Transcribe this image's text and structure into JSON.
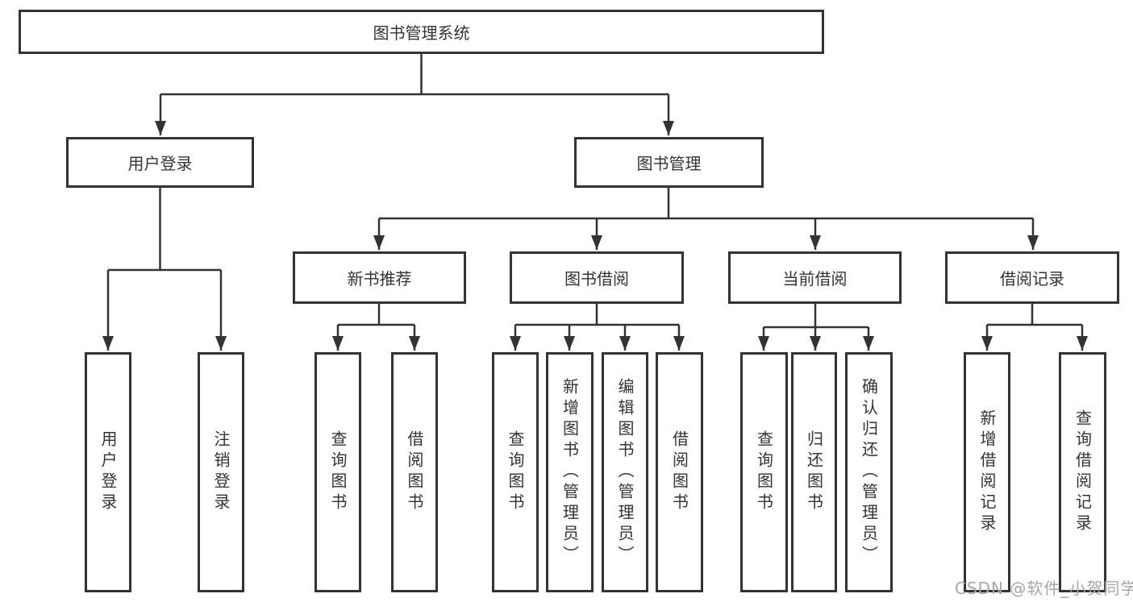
{
  "tree": {
    "root": {
      "label": "图书管理系统",
      "children": [
        {
          "label": "用户登录",
          "children": [
            {
              "label": "用户登录"
            },
            {
              "label": "注销登录"
            }
          ]
        },
        {
          "label": "图书管理",
          "children": [
            {
              "label": "新书推荐",
              "children": [
                {
                  "label": "查询图书"
                },
                {
                  "label": "借阅图书"
                }
              ]
            },
            {
              "label": "图书借阅",
              "children": [
                {
                  "label": "查询图书"
                },
                {
                  "label": "新增图书（管理员）"
                },
                {
                  "label": "编辑图书（管理员）"
                },
                {
                  "label": "借阅图书"
                }
              ]
            },
            {
              "label": "当前借阅",
              "children": [
                {
                  "label": "查询图书"
                },
                {
                  "label": "归还图书"
                },
                {
                  "label": "确认归还（管理员）"
                }
              ]
            },
            {
              "label": "借阅记录",
              "children": [
                {
                  "label": "新增借阅记录"
                },
                {
                  "label": "查询借阅记录"
                }
              ]
            }
          ]
        }
      ]
    }
  },
  "watermark": "CSDN @软件_小贺同学",
  "colors": {
    "line": "#333333",
    "text": "#333333",
    "watermark": "#a6a6a6",
    "background": "#ffffff"
  }
}
